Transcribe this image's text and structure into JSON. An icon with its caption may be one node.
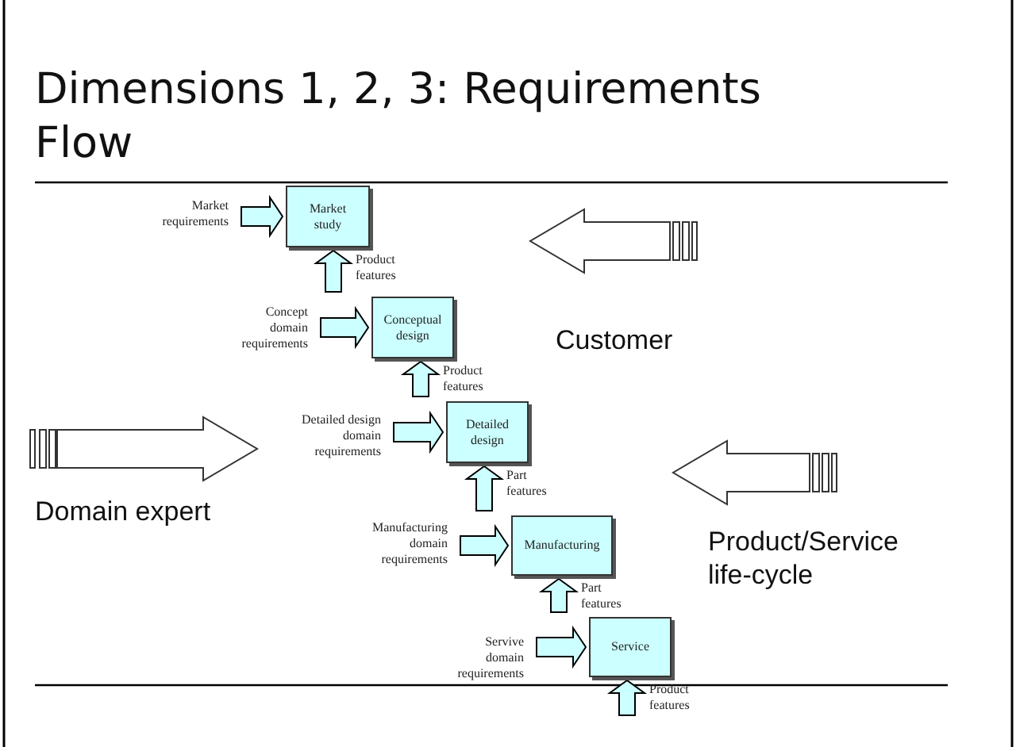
{
  "diagram": {
    "title": "Dimensions 1, 2, 3: Requirements Flow",
    "nodes": [
      {
        "text": [
          "Market requirements"
        ]
      },
      {
        "text": [
          "Market study"
        ]
      },
      {
        "text": [
          "Concept domain requirements"
        ]
      },
      {
        "text": [
          "Conceptual design"
        ]
      },
      {
        "text": [
          "Detailed design domain requirements"
        ]
      },
      {
        "text": [
          "Detailed design"
        ]
      },
      {
        "text": [
          "Manufacturing domain requirements"
        ]
      },
      {
        "text": [
          "Manufacturing"
        ]
      },
      {
        "text": [
          "Servive domain requirements"
        ]
      },
      {
        "text": [
          "Service"
        ]
      }
    ],
    "edges": [
      {
        "from": 0,
        "to": 1,
        "arrow": "to"
      },
      {
        "from": 2,
        "to": 3,
        "arrow": "to"
      },
      {
        "from": 4,
        "to": 5,
        "arrow": "to"
      },
      {
        "from": 6,
        "to": 7,
        "arrow": "to"
      },
      {
        "from": 8,
        "to": 9,
        "arrow": "to"
      },
      {
        "from": 3,
        "to": 1,
        "arrow": "to",
        "label": "Product features"
      },
      {
        "from": 5,
        "to": 3,
        "arrow": "to",
        "label": "Product features"
      },
      {
        "from": 7,
        "to": 5,
        "arrow": "to",
        "label": "Part features"
      },
      {
        "from": 9,
        "to": 7,
        "arrow": "to",
        "label": "Part features"
      },
      {
        "from": null,
        "to": 9,
        "arrow": "to",
        "label": "Product features"
      }
    ],
    "labels": [
      "Customer",
      "Domain expert",
      "Product/Service life-cycle"
    ]
  }
}
